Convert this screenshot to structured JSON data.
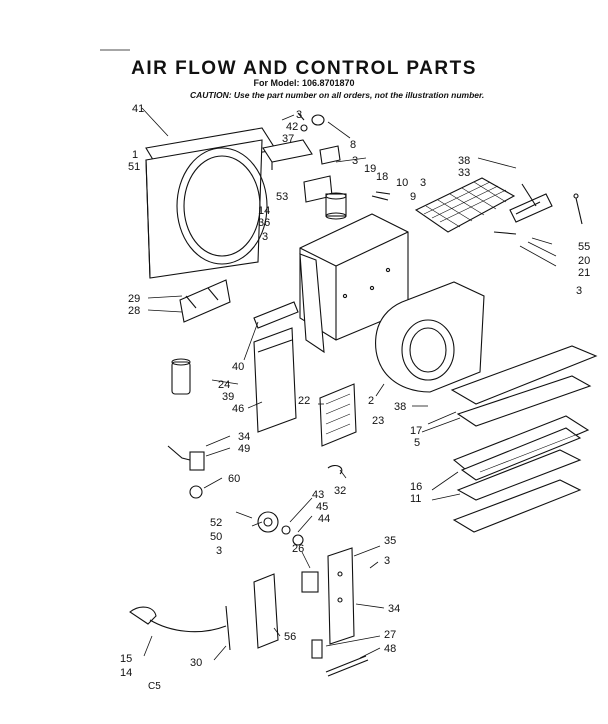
{
  "header": {
    "title": "AIR FLOW AND CONTROL PARTS",
    "model": "For Model: 106.8701870",
    "caution": "CAUTION: Use the part number on all orders, not the illustration number."
  },
  "footer": {
    "code": "C5"
  },
  "callouts": [
    {
      "id": "c41",
      "text": "41"
    },
    {
      "id": "c1",
      "text": "1"
    },
    {
      "id": "c51",
      "text": "51"
    },
    {
      "id": "c3a",
      "text": "3"
    },
    {
      "id": "c42",
      "text": "42"
    },
    {
      "id": "c37",
      "text": "37"
    },
    {
      "id": "c8",
      "text": "8"
    },
    {
      "id": "c3b",
      "text": "3"
    },
    {
      "id": "c19",
      "text": "19"
    },
    {
      "id": "c18",
      "text": "18"
    },
    {
      "id": "c10",
      "text": "10"
    },
    {
      "id": "c3c",
      "text": "3"
    },
    {
      "id": "c9",
      "text": "9"
    },
    {
      "id": "c53",
      "text": "53"
    },
    {
      "id": "c14",
      "text": "14"
    },
    {
      "id": "c36",
      "text": "36"
    },
    {
      "id": "c3d",
      "text": "3"
    },
    {
      "id": "c38a",
      "text": "38"
    },
    {
      "id": "c33",
      "text": "33"
    },
    {
      "id": "c55",
      "text": "55"
    },
    {
      "id": "c20",
      "text": "20"
    },
    {
      "id": "c21",
      "text": "21"
    },
    {
      "id": "c29",
      "text": "29"
    },
    {
      "id": "c28",
      "text": "28"
    },
    {
      "id": "c3e",
      "text": "3"
    },
    {
      "id": "c40",
      "text": "40"
    },
    {
      "id": "c24",
      "text": "24"
    },
    {
      "id": "c39",
      "text": "39"
    },
    {
      "id": "c46",
      "text": "46"
    },
    {
      "id": "c22",
      "text": "22"
    },
    {
      "id": "c2",
      "text": "2"
    },
    {
      "id": "c38b",
      "text": "38"
    },
    {
      "id": "c23",
      "text": "23"
    },
    {
      "id": "c17",
      "text": "17"
    },
    {
      "id": "c5",
      "text": "5"
    },
    {
      "id": "c34a",
      "text": "34"
    },
    {
      "id": "c49",
      "text": "49"
    },
    {
      "id": "c60",
      "text": "60"
    },
    {
      "id": "c32",
      "text": "32"
    },
    {
      "id": "c16",
      "text": "16"
    },
    {
      "id": "c11",
      "text": "11"
    },
    {
      "id": "c43",
      "text": "43"
    },
    {
      "id": "c45",
      "text": "45"
    },
    {
      "id": "c44",
      "text": "44"
    },
    {
      "id": "c52",
      "text": "52"
    },
    {
      "id": "c50",
      "text": "50"
    },
    {
      "id": "c3f",
      "text": "3"
    },
    {
      "id": "c26",
      "text": "26"
    },
    {
      "id": "c35",
      "text": "35"
    },
    {
      "id": "c3g",
      "text": "3"
    },
    {
      "id": "c34b",
      "text": "34"
    },
    {
      "id": "c56",
      "text": "56"
    },
    {
      "id": "c27",
      "text": "27"
    },
    {
      "id": "c48",
      "text": "48"
    },
    {
      "id": "c15",
      "text": "15"
    },
    {
      "id": "c14b",
      "text": "14"
    },
    {
      "id": "c30",
      "text": "30"
    }
  ]
}
